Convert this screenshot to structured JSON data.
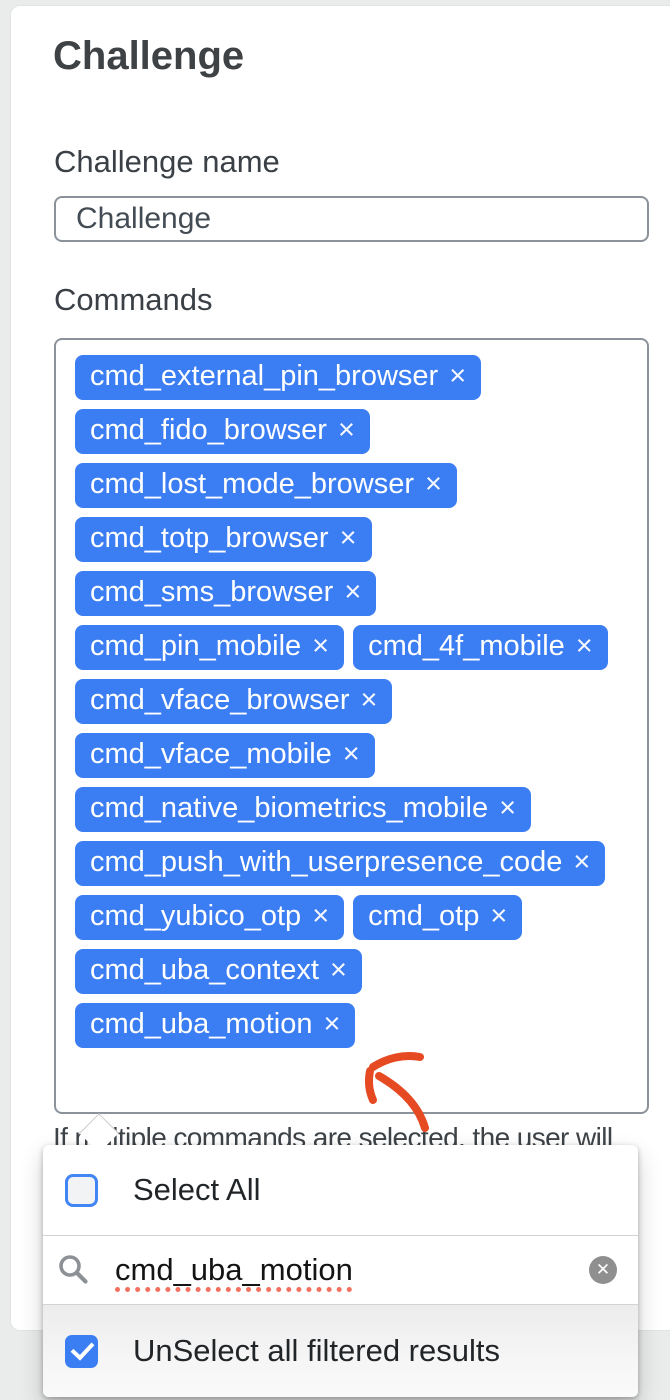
{
  "header": {
    "title": "Challenge"
  },
  "form": {
    "name_field": {
      "label": "Challenge name",
      "value": "Challenge"
    },
    "commands_field": {
      "label": "Commands",
      "selected_commands": [
        "cmd_external_pin_browser",
        "cmd_fido_browser",
        "cmd_lost_mode_browser",
        "cmd_totp_browser",
        "cmd_sms_browser",
        "cmd_pin_mobile",
        "cmd_4f_mobile",
        "cmd_vface_browser",
        "cmd_vface_mobile",
        "cmd_native_biometrics_mobile",
        "cmd_push_with_userpresence_code",
        "cmd_yubico_otp",
        "cmd_otp",
        "cmd_uba_context",
        "cmd_uba_motion"
      ],
      "remove_icon_glyph": "×"
    },
    "help_text": "If multiple commands are selected, the user will"
  },
  "dropdown": {
    "select_all": {
      "label": "Select All",
      "checked": false
    },
    "search": {
      "value": "cmd_uba_motion",
      "clear_icon_glyph": "✕"
    },
    "unselect_filtered": {
      "label": "UnSelect all filtered results",
      "checked": true
    }
  },
  "colors": {
    "accent_blue": "#3b7df2",
    "checkbox_blue": "#4285f4",
    "field_border_gray": "#8b9299",
    "spellcheck_red": "#f3705f",
    "annotation_arrow_red": "#e64a23",
    "page_background": "#eaebeb"
  }
}
